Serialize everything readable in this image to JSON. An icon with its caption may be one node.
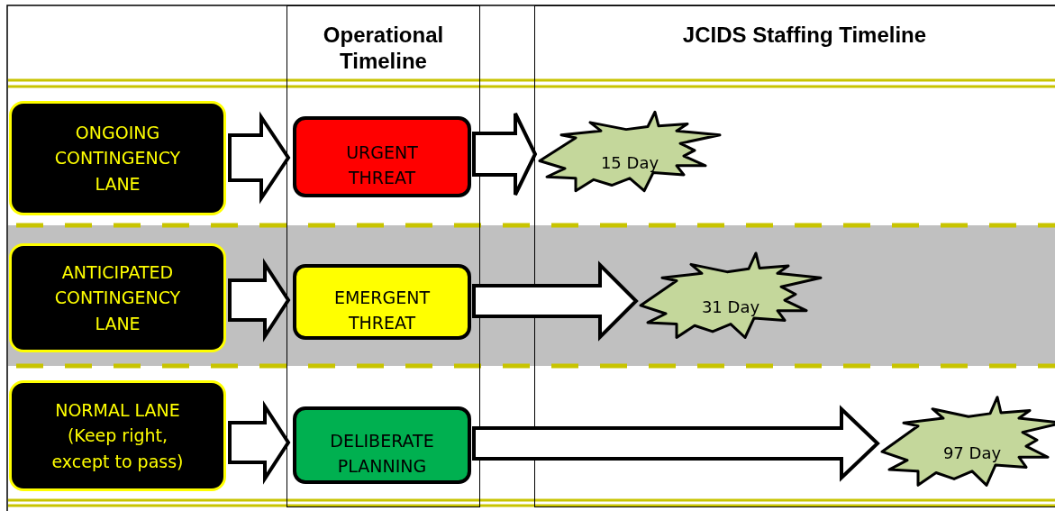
{
  "diagram": {
    "nodes": [
      {
        "text": [
          "Operational Timeline"
        ]
      },
      {
        "text": [
          "JCIDS Staffing Timeline"
        ]
      },
      {
        "text": [
          "ONGOING CONTINGENCY LANE"
        ]
      },
      {
        "text": [
          "URGENT THREAT"
        ],
        "in": 0
      },
      {
        "text": [
          "15 Day"
        ],
        "in": 1
      },
      {
        "text": [
          "ANTICIPATED CONTINGENCY LANE"
        ]
      },
      {
        "text": [
          "EMERGENT THREAT"
        ],
        "in": 0
      },
      {
        "text": [
          "31 Day"
        ],
        "in": 1
      },
      {
        "text": [
          "NORMAL LANE (Keep right, except to pass)"
        ]
      },
      {
        "text": [
          "DELIBERATE PLANNING"
        ],
        "in": 0
      },
      {
        "text": [
          "97 Day"
        ],
        "in": 1
      }
    ],
    "edges": [
      {
        "from": 2,
        "to": 3,
        "arrow": "to"
      },
      {
        "from": 3,
        "to": 4,
        "arrow": "to"
      },
      {
        "from": 5,
        "to": 6,
        "arrow": "to"
      },
      {
        "from": 6,
        "to": 7,
        "arrow": "to"
      },
      {
        "from": 8,
        "to": 9,
        "arrow": "to"
      },
      {
        "from": 9,
        "to": 10,
        "arrow": "to"
      }
    ]
  }
}
